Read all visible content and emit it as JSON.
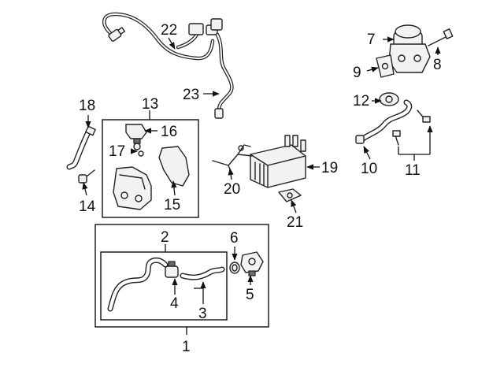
{
  "diagram": {
    "callouts": {
      "c1": "1",
      "c2": "2",
      "c3": "3",
      "c4": "4",
      "c5": "5",
      "c6": "6",
      "c7": "7",
      "c8": "8",
      "c9": "9",
      "c10": "10",
      "c11": "11",
      "c12": "12",
      "c13": "13",
      "c14": "14",
      "c15": "15",
      "c16": "16",
      "c17": "17",
      "c18": "18",
      "c19": "19",
      "c20": "20",
      "c21": "21",
      "c22": "22",
      "c23": "23"
    },
    "colors": {
      "line": "#222222",
      "background": "#ffffff",
      "fill": "#f2f2f2"
    }
  }
}
